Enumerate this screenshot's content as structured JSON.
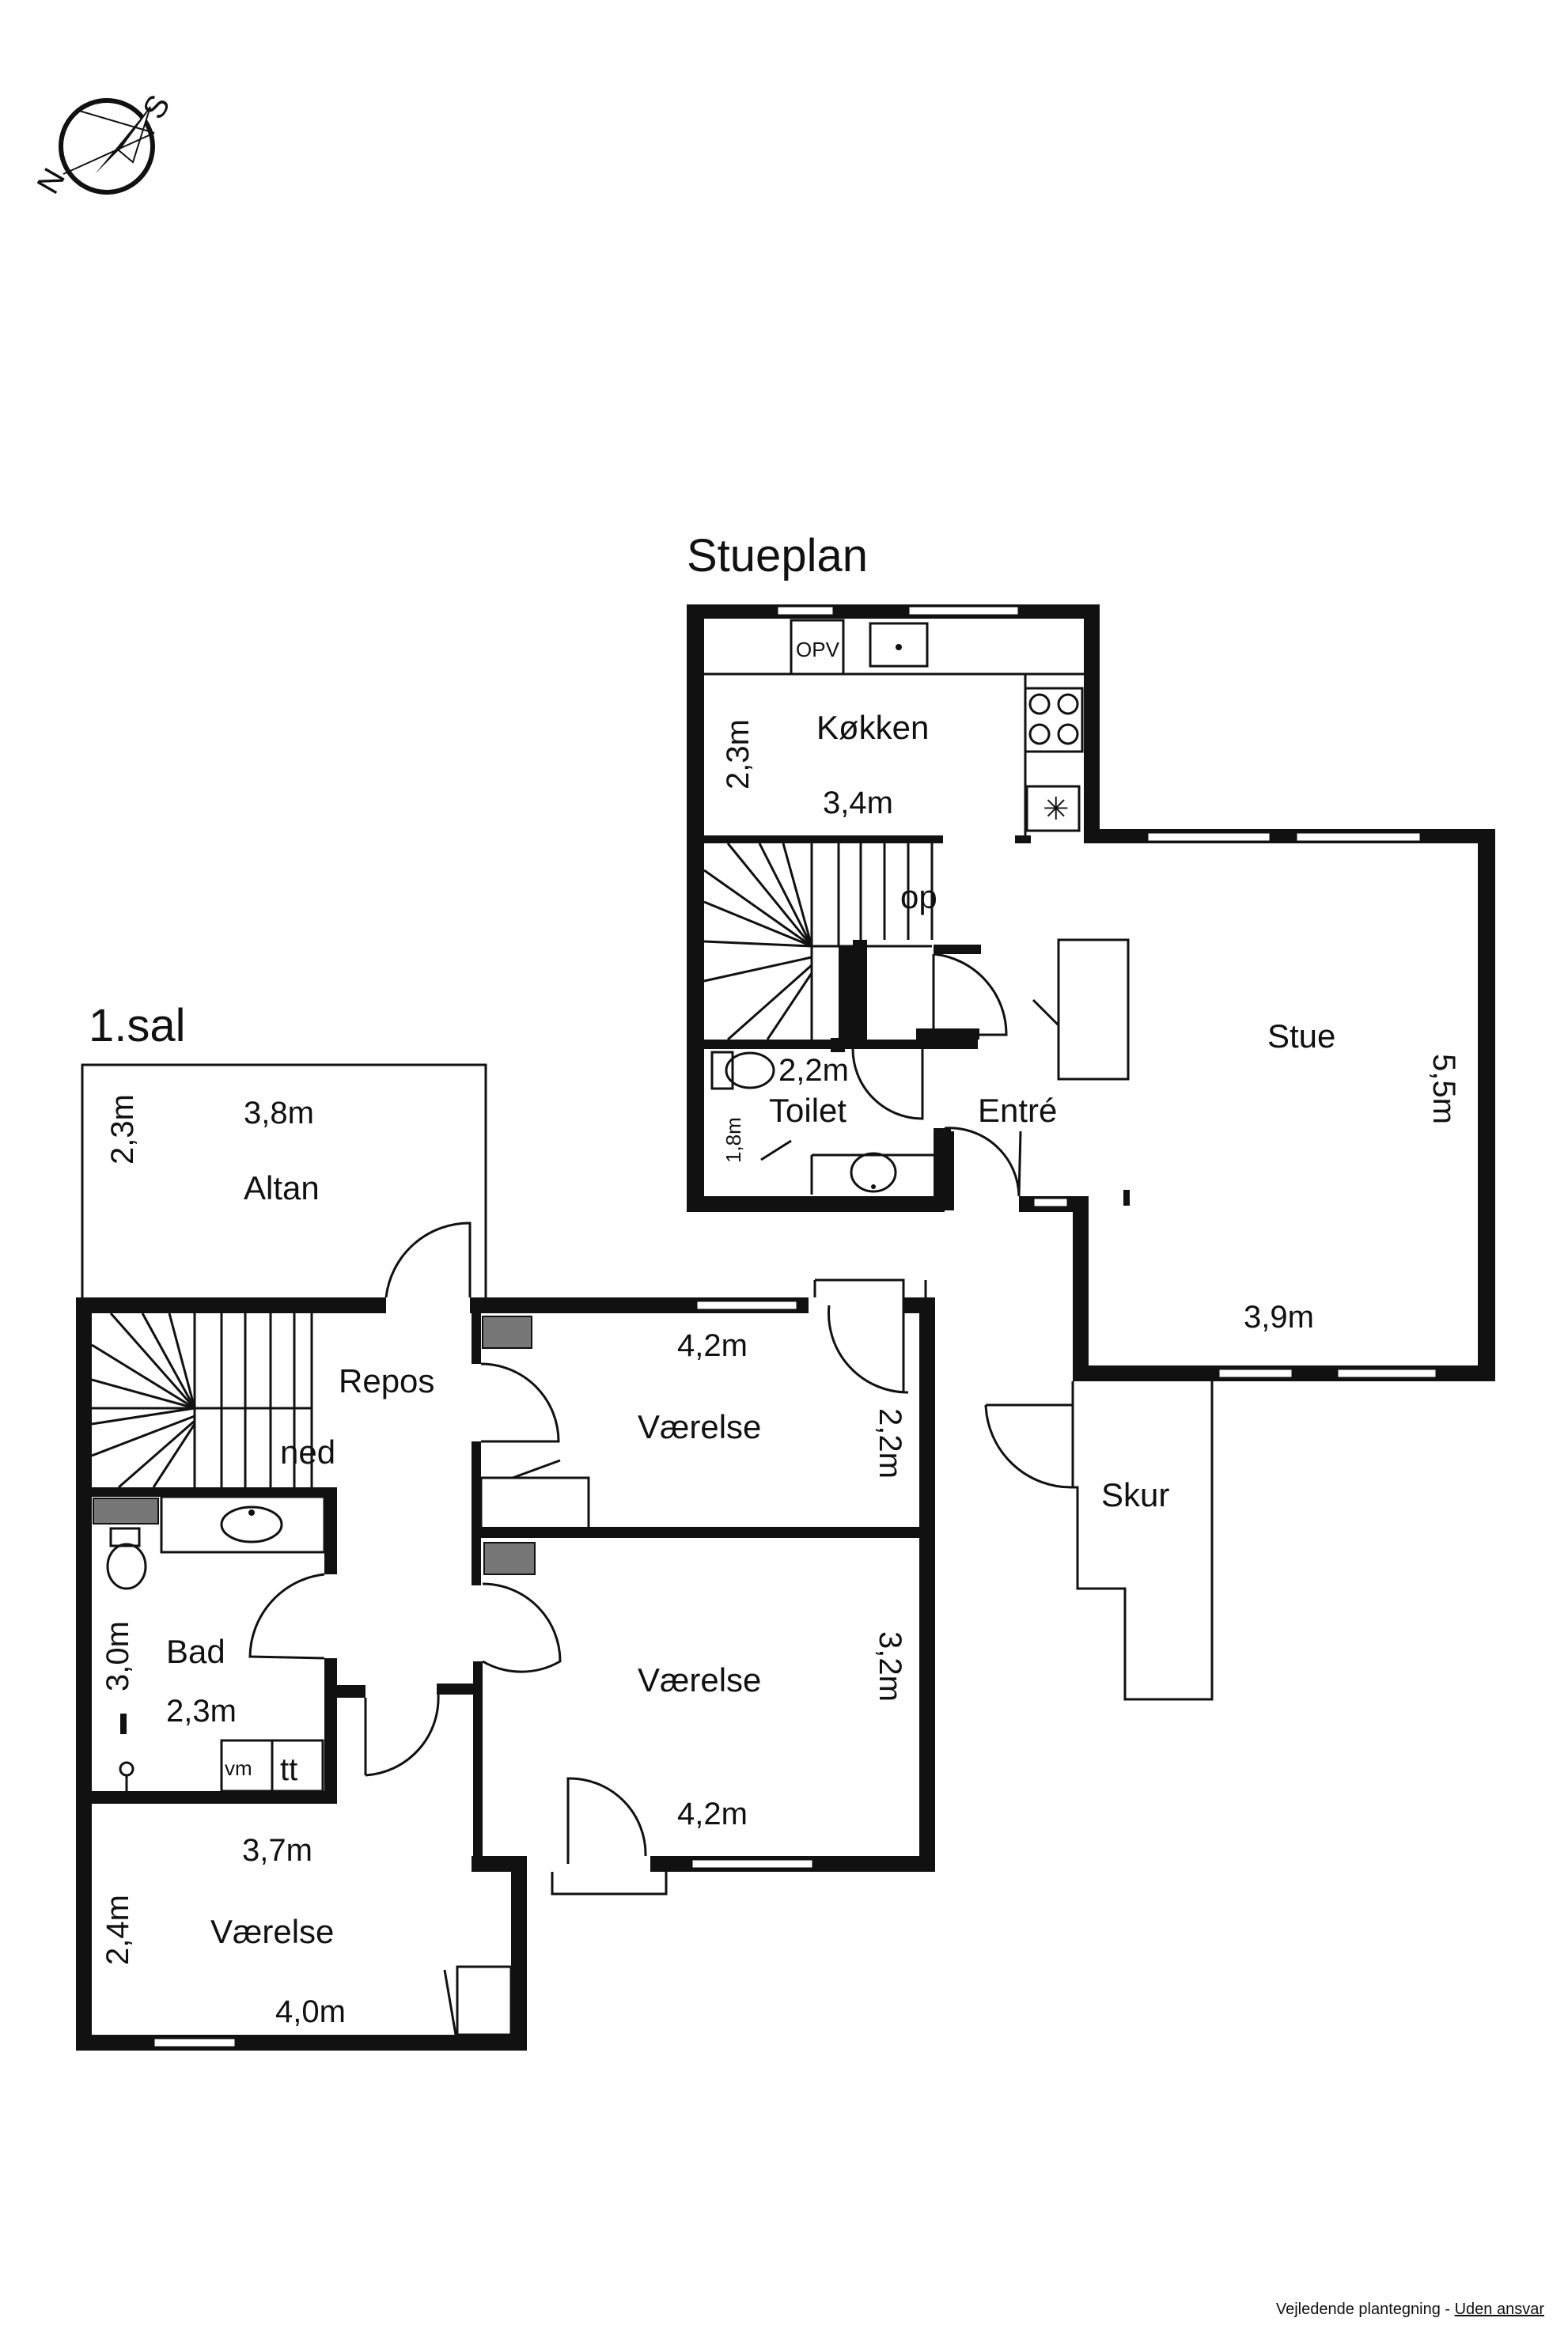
{
  "plans": {
    "ground": {
      "title": "Stueplan",
      "rooms": {
        "kitchen": {
          "label": "Køkken",
          "w": "3,4m",
          "h": "2,3m"
        },
        "living": {
          "label": "Stue",
          "w": "3,9m",
          "h": "5,5m"
        },
        "entry": {
          "label": "Entré"
        },
        "toilet": {
          "label": "Toilet",
          "w": "2,2m",
          "h": "1,8m"
        },
        "shed": {
          "label": "Skur"
        }
      },
      "fixtures": {
        "opv": "OPV",
        "stairs_up": "op"
      }
    },
    "first": {
      "title": "1.sal",
      "rooms": {
        "balcony": {
          "label": "Altan",
          "w": "3,8m",
          "h": "2,3m"
        },
        "landing": {
          "label": "Repos"
        },
        "room1": {
          "label": "Værelse",
          "w": "4,2m",
          "h": "2,2m"
        },
        "room2": {
          "label": "Værelse",
          "w": "4,2m",
          "h": "3,2m"
        },
        "bath": {
          "label": "Bad",
          "w": "2,3m",
          "h": "3,0m"
        },
        "room3": {
          "label": "Værelse",
          "w": "3,7m",
          "w2": "4,0m",
          "h": "2,4m"
        }
      },
      "fixtures": {
        "stairs_down": "ned",
        "vm": "vm",
        "tt": "tt"
      }
    }
  },
  "compass": {
    "north": "N",
    "south": "S"
  },
  "footer": {
    "text": "Vejledende plantegning - ",
    "link": "Uden ansvar"
  }
}
